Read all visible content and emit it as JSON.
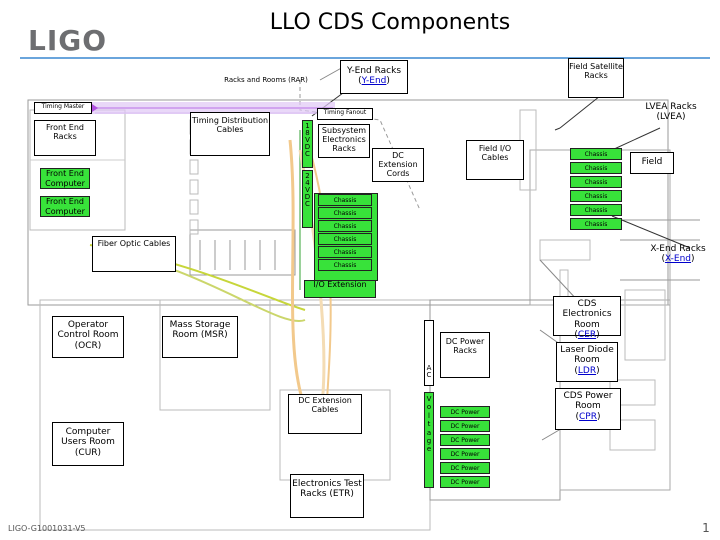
{
  "title": "LLO CDS Components",
  "logo": "LIGO",
  "doc_id": "LIGO-G1001031-V5",
  "page_number": "1",
  "labels": {
    "racks_rooms": "Racks and Rooms (RAR)",
    "yend_racks": "Y-End Racks",
    "yend_link": "Y-End",
    "field_satellite": "Field Satellite Racks",
    "timing_master": "Timing Master",
    "timing_distribution": "Timing Distribution Cables",
    "timing_fanout": "Timing Fanout",
    "lvea_racks": "LVEA Racks (LVEA)",
    "front_end_racks": "Front End Racks",
    "front_end_computer_1": "Front End Computer",
    "front_end_computer_2": "Front End Computer",
    "subsystem_electronics": "Subsystem Electronics Racks",
    "dc_extension_cords": "DC Extension Cords",
    "field_io_cables": "Field I/O Cables",
    "field": "Field",
    "vdc_18": "18VDC",
    "vdc_24": "24VDC",
    "fiber_optic": "Fiber Optic Cables",
    "xend_racks": "X-End Racks",
    "xend_link": "X-End",
    "io_extension": "I/O Extension",
    "cer_title": "CDS Electronics Room",
    "cer_link": "CER",
    "operator_control": "Operator Control Room (OCR)",
    "mass_storage": "Mass Storage Room (MSR)",
    "dc_power_racks": "DC Power Racks",
    "ac": "AC",
    "ldr_title": "Laser Diode Room",
    "ldr_link": "LDR",
    "cpr_title": "CDS Power Room",
    "cpr_link": "CPR",
    "dc_extension_cables": "DC Extension Cables",
    "voltage": "Voltage",
    "computer_users": "Computer Users Room (CUR)",
    "etr": "Electronics Test Racks (ETR)"
  },
  "chassis_left": [
    "Chassis",
    "Chassis",
    "Chassis",
    "Chassis",
    "Chassis",
    "Chassis"
  ],
  "chassis_right": [
    "Chassis",
    "Chassis",
    "Chassis",
    "Chassis",
    "Chassis",
    "Chassis"
  ],
  "dc_power_units": [
    "DC Power",
    "DC Power",
    "DC Power",
    "DC Power",
    "DC Power",
    "DC Power"
  ],
  "colors": {
    "green": "#38e23a",
    "timing_line": "#b050e0",
    "fiber_line": "#c7d63a",
    "dc_cable": "#f2c98c",
    "timing_band": "#dfc8f5",
    "link": "#0000cc"
  }
}
